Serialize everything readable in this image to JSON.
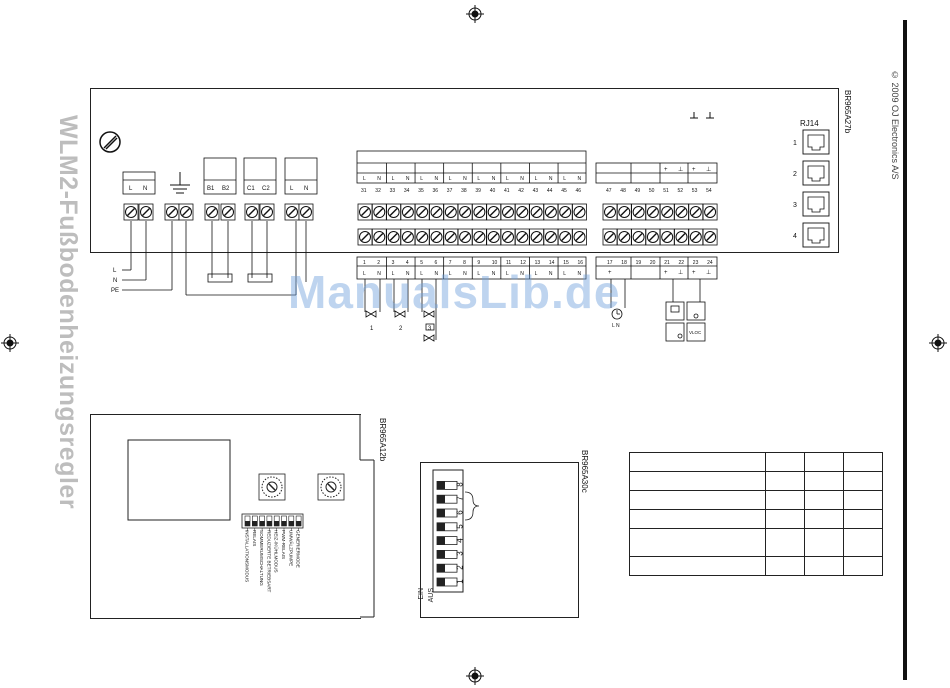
{
  "side_title": "WLM2-Fußbodenheizungsregler",
  "copyright": "© 2009 OJ Electronics A/S",
  "watermark": "ManualsLib.de",
  "main_diagram": {
    "ref": "BR965A27b",
    "rj_label": "RJ14",
    "rj_ports": [
      "1",
      "2",
      "3",
      "4"
    ],
    "power_terminals": [
      {
        "labels": [
          "L",
          "N"
        ]
      },
      {
        "labels": [
          "B1",
          "B2"
        ]
      },
      {
        "labels": [
          "C1",
          "C2"
        ]
      },
      {
        "labels": [
          "L",
          "N"
        ]
      }
    ],
    "supply_lines": [
      "L",
      "N",
      "PE"
    ],
    "top_terminal_numbers": [
      "31",
      "32",
      "33",
      "34",
      "35",
      "36",
      "37",
      "38",
      "39",
      "40",
      "41",
      "42",
      "43",
      "44",
      "45",
      "46"
    ],
    "top_ln": "L N",
    "right_top_numbers": [
      "47",
      "48",
      "49",
      "50",
      "51",
      "52",
      "53",
      "54"
    ],
    "bottom_terminal_numbers": [
      "1",
      "2",
      "3",
      "4",
      "5",
      "6",
      "7",
      "8",
      "9",
      "10",
      "11",
      "12",
      "13",
      "14",
      "15",
      "16"
    ],
    "right_bottom_numbers": [
      "17",
      "18",
      "19",
      "20",
      "21",
      "22",
      "23",
      "24"
    ],
    "valve_labels": [
      "1",
      "2",
      "3"
    ],
    "clock_label": "L N",
    "vloc_label": "VLOC"
  },
  "module_diagram": {
    "ref": "BR965A12b",
    "dip_labels": [
      "INSTALLATIONSMODUS",
      "RELAIS",
      "SOMMERUMSCHALTUNG",
      "REDUZIERTE BETRIEBSART",
      "HEIZ-/KÜHLMODUS",
      "PWM-RELAIS",
      "UMWÄLZPUMPE",
      "GENERIERMODE"
    ]
  },
  "dip_switch": {
    "ref": "BR965A30c",
    "numbers": [
      "1",
      "2",
      "3",
      "4",
      "5",
      "6",
      "7",
      "8"
    ],
    "on_label": "EIN",
    "off_label": "AUS"
  }
}
